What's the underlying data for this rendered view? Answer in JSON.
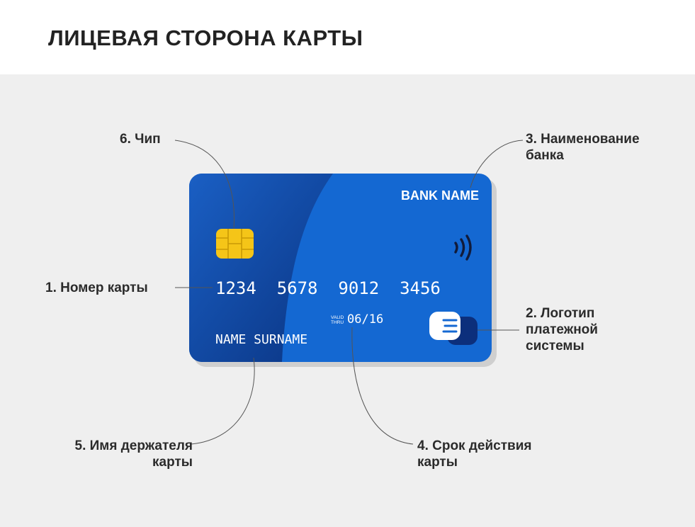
{
  "title": "ЛИЦЕВАЯ СТОРОНА КАРТЫ",
  "card": {
    "bank_name": "BANK NAME",
    "number": "1234  5678  9012  3456",
    "valid_small_1": "VALID",
    "valid_small_2": "THRU",
    "expiry": "06/16",
    "holder": "NAME SURNAME"
  },
  "labels": {
    "chip": "6. Чип",
    "bank": "3. Наименование\nбанка",
    "number": "1. Номер карты",
    "payment_system": "2. Логотип\nплатежной\nсистемы",
    "holder": "5. Имя держателя\nкарты",
    "expiry": "4. Срок действия\nкарты"
  },
  "colors": {
    "card_main": "#1565d0",
    "card_dark": "#0c3f9a",
    "chip": "#f5c518",
    "background": "#efefef",
    "text": "#2b2b2b"
  },
  "icons": [
    "chip-icon",
    "contactless-icon",
    "payment-system-logo"
  ]
}
